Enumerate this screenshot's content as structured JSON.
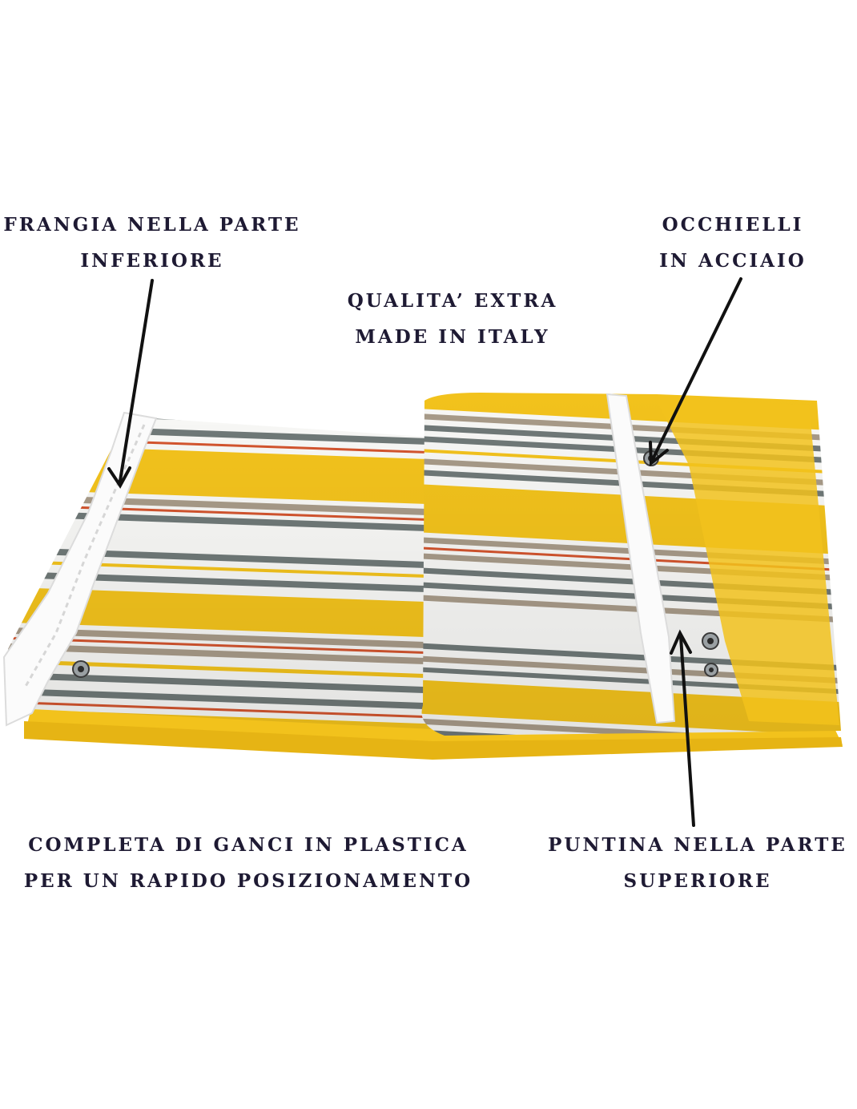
{
  "labels": {
    "fringe": {
      "line1": "FRANGIA NELLA PARTE",
      "line2": "INFERIORE"
    },
    "quality": {
      "line1": "QUALITA’ EXTRA",
      "line2": "MADE IN ITALY"
    },
    "eyelets": {
      "line1": "OCCHIELLI",
      "line2": "IN ACCIAIO"
    },
    "hooks": {
      "line1": "COMPLETA DI GANCI IN PLASTICA",
      "line2": "PER UN RAPIDO POSIZIONAMENTO"
    },
    "tacks": {
      "line1": "PUNTINA NELLA PARTE",
      "line2": "SUPERIORE"
    }
  },
  "colors": {
    "text": "#1e1a33",
    "yellow": "#f2c21c",
    "white_stripe": "#f7f7f5",
    "grey_stripe": "#6f7877",
    "taupe_stripe": "#a79a88",
    "red_stripe": "#d2542e",
    "arrow": "#111111"
  }
}
